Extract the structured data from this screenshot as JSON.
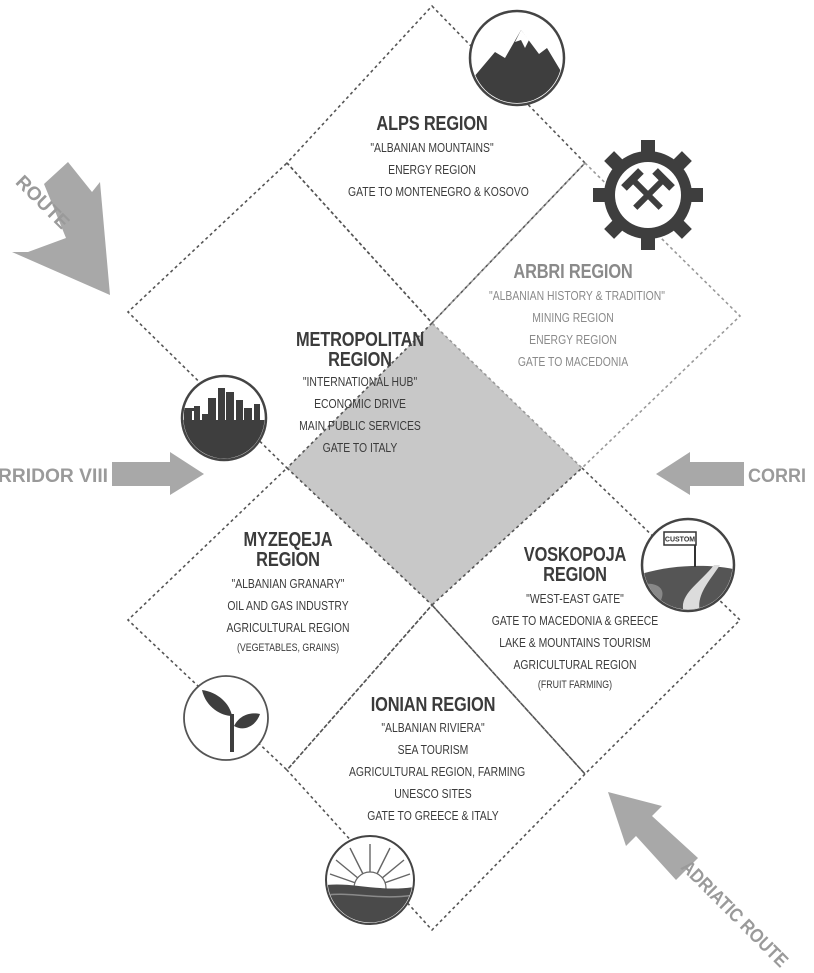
{
  "regions": {
    "alps": {
      "title": "ALPS REGION",
      "lines": [
        "\"ALBANIAN MOUNTAINS\"",
        "ENERGY REGION",
        "GATE TO MONTENEGRO & KOSOVO"
      ]
    },
    "arbri": {
      "title": "ARBRI REGION",
      "lines": [
        "\"ALBANIAN HISTORY & TRADITION\"",
        "MINING REGION",
        "ENERGY REGION",
        "GATE TO MACEDONIA"
      ]
    },
    "metropolitan": {
      "title": "METROPOLITAN\nREGION",
      "lines": [
        "\"INTERNATIONAL HUB\"",
        "ECONOMIC DRIVE",
        "MAIN PUBLIC SERVICES",
        "GATE TO ITALY"
      ]
    },
    "myzeqeja": {
      "title": "MYZEQEJA\nREGION",
      "lines": [
        "\"ALBANIAN GRANARY\"",
        "OIL AND GAS INDUSTRY",
        "AGRICULTURAL REGION"
      ],
      "note": "(VEGETABLES, GRAINS)"
    },
    "voskopoja": {
      "title": "VOSKOPOJA\nREGION",
      "lines": [
        "\"WEST-EAST GATE\"",
        "GATE TO MACEDONIA & GREECE",
        "LAKE & MOUNTAINS TOURISM",
        "AGRICULTURAL REGION"
      ],
      "note": "(FRUIT FARMING)"
    },
    "ionian": {
      "title": "IONIAN REGION",
      "lines": [
        "\"ALBANIAN RIVIERA\"",
        "SEA TOURISM",
        "AGRICULTURAL REGION, FARMING",
        "UNESCO SITES",
        "GATE TO GREECE & ITALY"
      ]
    }
  },
  "routes": {
    "top_left": "ROUTE",
    "corridor_viii": "RRIDOR VIII",
    "corridor_right": "CORRI",
    "adriatic": "ADRIATIC ROUTE"
  },
  "icons": {
    "alps": "mountain-icon",
    "arbri": "mining-gear-icon",
    "metropolitan": "city-skyline-icon",
    "voskopoja": "road-custom-icon",
    "myzeqeja": "sprout-icon",
    "ionian": "sunrise-sea-icon"
  },
  "icon_texts": {
    "custom_sign": "CUSTOM"
  },
  "colors": {
    "dark_text": "#3b3b3b",
    "light_text": "#8a8a8a",
    "center_diamond": "#c8c8c8",
    "arrow": "#a8a8a8",
    "icon_fill": "#4a4a4a"
  }
}
